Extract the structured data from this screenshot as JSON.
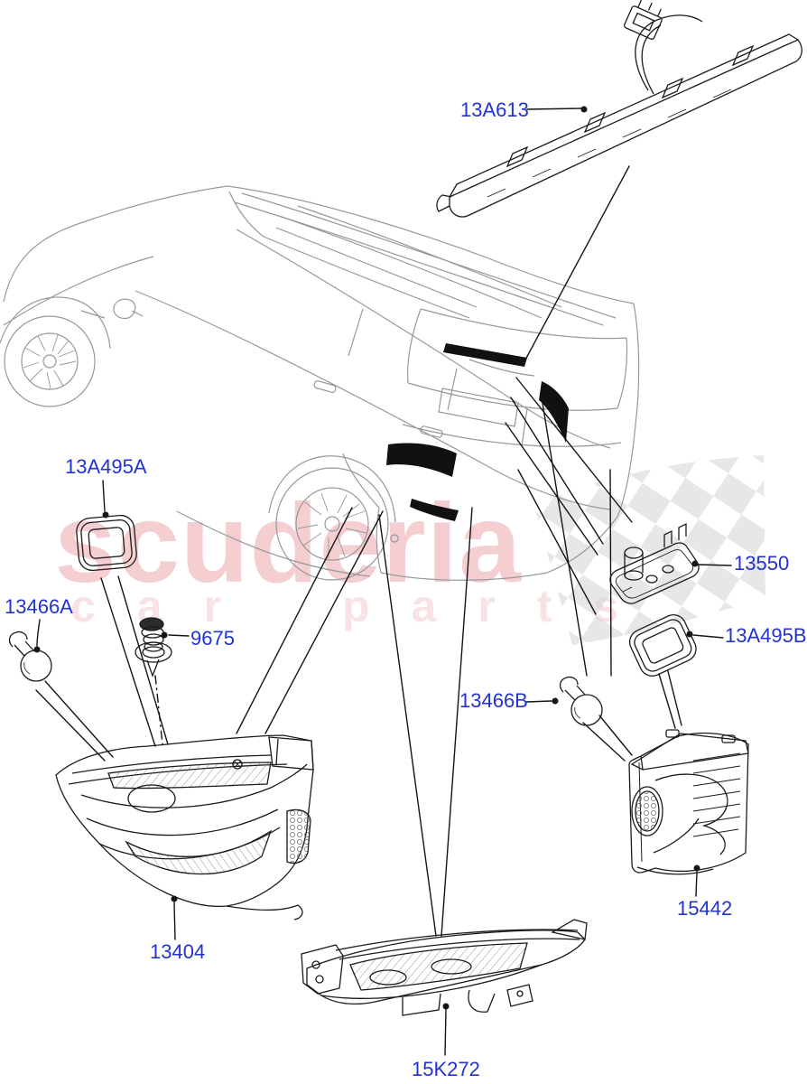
{
  "watermark": {
    "brand": "scuderia",
    "tagline": "car parts"
  },
  "colors": {
    "label_link": "#2133d1",
    "watermark": "#d8535e",
    "vehicle_line": "#95999b",
    "part_line": "#1b1b1b",
    "checker": "#d4d4d4"
  },
  "parts": [
    {
      "number": "13A613"
    },
    {
      "number": "13A495A"
    },
    {
      "number": "13466A"
    },
    {
      "number": "9675"
    },
    {
      "number": "13404"
    },
    {
      "number": "15K272"
    },
    {
      "number": "13466B"
    },
    {
      "number": "13550"
    },
    {
      "number": "13A495B"
    },
    {
      "number": "15442"
    }
  ]
}
